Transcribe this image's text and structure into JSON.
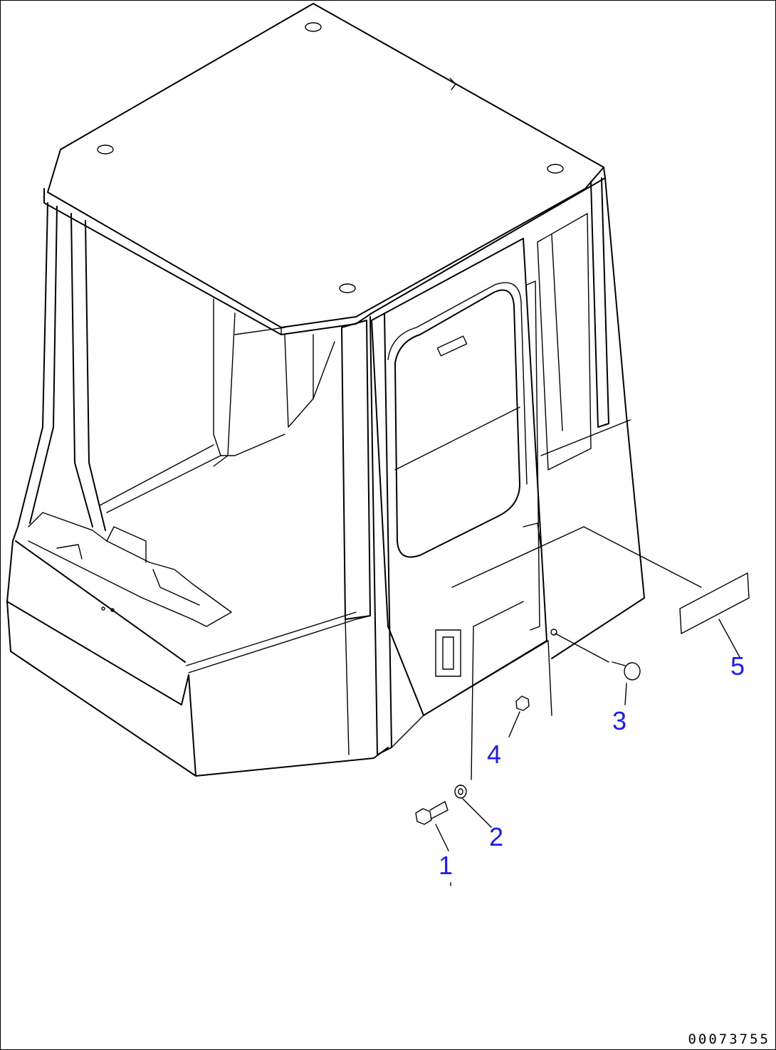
{
  "callouts": [
    {
      "id": "1",
      "label": "1"
    },
    {
      "id": "2",
      "label": "2"
    },
    {
      "id": "3",
      "label": "3"
    },
    {
      "id": "4",
      "label": "4"
    },
    {
      "id": "5",
      "label": "5"
    }
  ],
  "drawing_number": "00073755",
  "colors": {
    "line": "#000000",
    "callout": "#1a1aff",
    "background": "#ffffff"
  }
}
